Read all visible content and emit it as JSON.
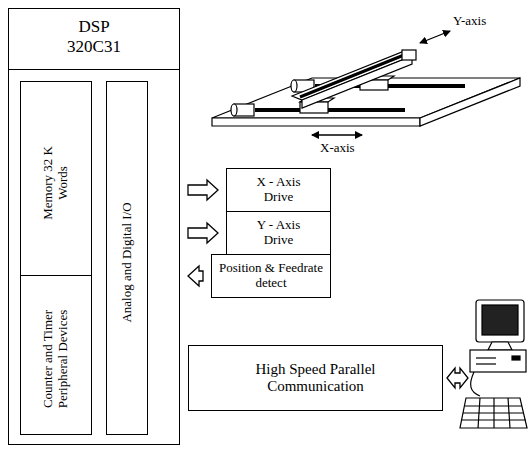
{
  "diagram": {
    "nodes": [
      {
        "text": [
          "DSP 320C31"
        ]
      },
      {
        "text": [
          "Memory 32 K Words"
        ],
        "in": 0
      },
      {
        "text": [
          "Counter and Timer Peripheral Devices"
        ],
        "in": 0
      },
      {
        "text": [
          "Analog and Digital I/O"
        ],
        "in": 0
      },
      {
        "text": [
          "X - Axis Drive"
        ]
      },
      {
        "text": [
          "Y - Axis Drive"
        ]
      },
      {
        "text": [
          "Position & Feedrate detect"
        ]
      },
      {
        "text": [
          "High Speed Parallel Communication"
        ]
      }
    ],
    "edges": [
      {
        "from": 0,
        "to": 4,
        "arrow": "to"
      },
      {
        "from": 0,
        "to": 5,
        "arrow": "to"
      },
      {
        "from": 6,
        "to": 0,
        "arrow": "to"
      }
    ],
    "labels": [
      "Y-axis",
      "X-axis"
    ]
  }
}
